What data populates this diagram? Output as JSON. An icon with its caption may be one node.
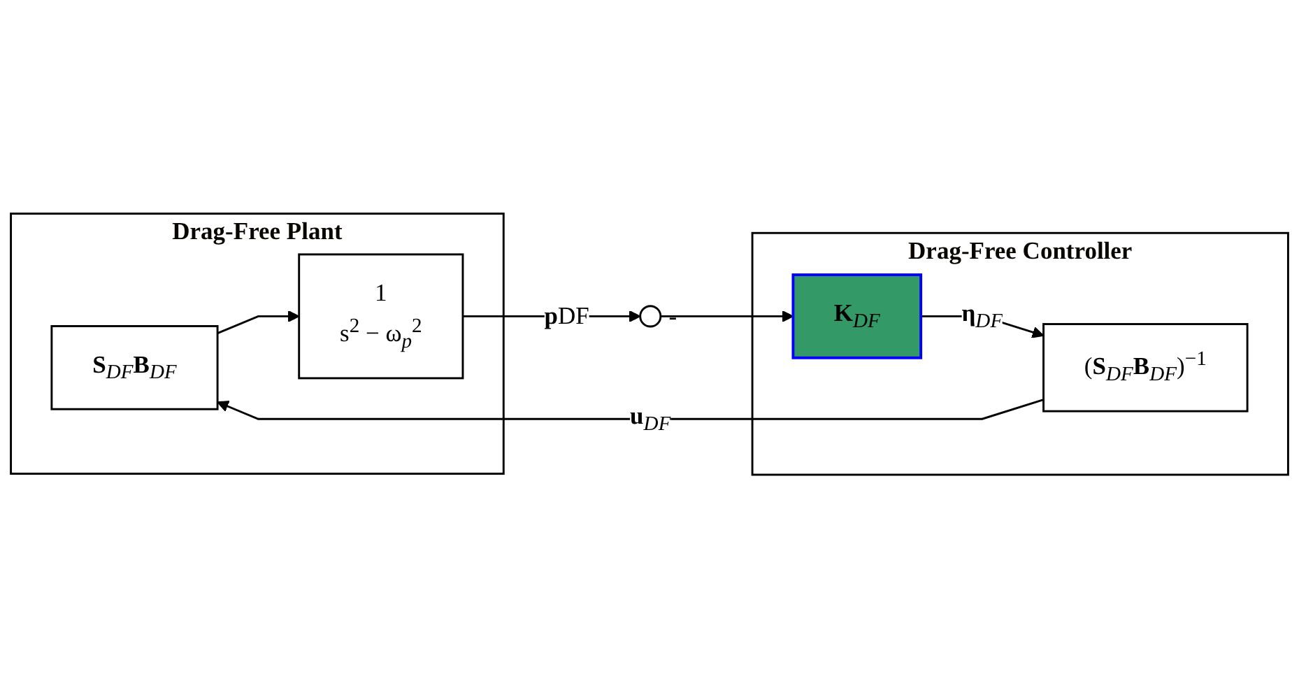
{
  "diagram": {
    "nodes": [
      {
        "text": [
          "Drag-Free Plant"
        ]
      },
      {
        "text": [
          "**S**$_{DF}$**B**$_{DF}$"
        ],
        "in": 0
      },
      {
        "text": [
          "1",
          "s$^{2}$ − ω$_{p}$$^{2}$"
        ],
        "in": 0
      },
      {
        "text": [
          "Drag-Free Controller"
        ]
      },
      {
        "text": [
          "(**S**$_{DF}$**B**$_{DF}$)$^{−1}$"
        ],
        "in": 3
      },
      {
        "text": [
          "**K**$_{DF}$"
        ],
        "in": 3
      },
      {
        "text": [],
        "shape": "circle",
        "beside": [
          "-"
        ]
      }
    ],
    "edges": [
      {
        "from": 1,
        "to": 2,
        "arrow": "to"
      },
      {
        "from": 2,
        "to": 6,
        "arrow": "to",
        "label": "**p**DF"
      },
      {
        "from": 6,
        "to": 5,
        "arrow": "to"
      },
      {
        "from": 5,
        "to": 4,
        "arrow": "to",
        "label": "**η**$_{DF}$"
      },
      {
        "from": 4,
        "to": 1,
        "arrow": "to",
        "label": "**u**$_{DF}$"
      }
    ]
  }
}
